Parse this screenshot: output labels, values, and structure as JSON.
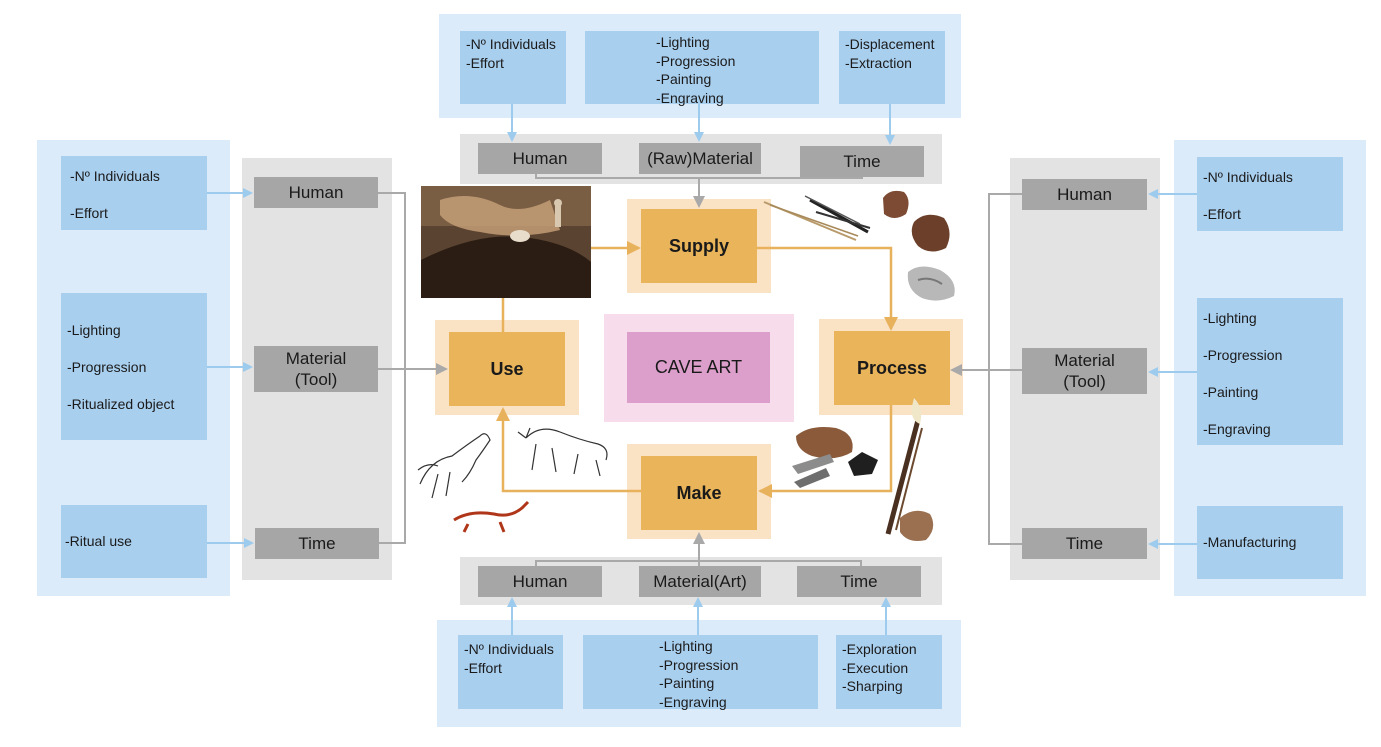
{
  "center": {
    "label": "CAVE ART"
  },
  "process_nodes": {
    "supply": "Supply",
    "process": "Process",
    "make": "Make",
    "use": "Use"
  },
  "top": {
    "factors": [
      "Human",
      "(Raw)Material",
      "Time"
    ],
    "details": [
      [
        "-Nº Individuals",
        "-Effort"
      ],
      [
        "-Lighting",
        "-Progression",
        "-Painting",
        "-Engraving"
      ],
      [
        "-Displacement",
        "-Extraction"
      ]
    ]
  },
  "bottom": {
    "factors": [
      "Human",
      "Material(Art)",
      "Time"
    ],
    "details": [
      [
        "-Nº Individuals",
        "-Effort"
      ],
      [
        "-Lighting",
        "-Progression",
        "-Painting",
        "-Engraving"
      ],
      [
        "-Exploration",
        "-Execution",
        "-Sharping"
      ]
    ]
  },
  "left": {
    "factors": [
      "Human",
      "Material\n(Tool)",
      "Time"
    ],
    "details": [
      [
        "-Nº Individuals",
        "-Effort"
      ],
      [
        "-Lighting",
        "-Progression",
        "-Ritualized object"
      ],
      [
        "-Ritual use"
      ]
    ]
  },
  "right": {
    "factors": [
      "Human",
      "Material\n(Tool)",
      "Time"
    ],
    "details": [
      [
        "-Nº Individuals",
        "-Effort"
      ],
      [
        "-Lighting",
        "-Progression",
        "-Painting",
        "-Engraving"
      ],
      [
        "-Manufacturing"
      ]
    ]
  },
  "colors": {
    "blue_outer": "#dcebf9",
    "blue_box": "#a9cfef",
    "gray_panel": "#e3e3e3",
    "gray_box": "#a6a6a6",
    "orange_core": "#e9b45a",
    "orange_halo": "#fae3c5",
    "pink_core": "#dc9fcb",
    "pink_halo": "#f7dcec",
    "arrow_blue": "#9ccbee",
    "arrow_gray": "#a9a9a9",
    "arrow_orange": "#e8b15c"
  },
  "images": [
    {
      "name": "cave-photo"
    },
    {
      "name": "raw-materials-photo"
    },
    {
      "name": "pigment-stones-photo"
    },
    {
      "name": "torch-photo"
    },
    {
      "name": "animal-drawings"
    }
  ]
}
